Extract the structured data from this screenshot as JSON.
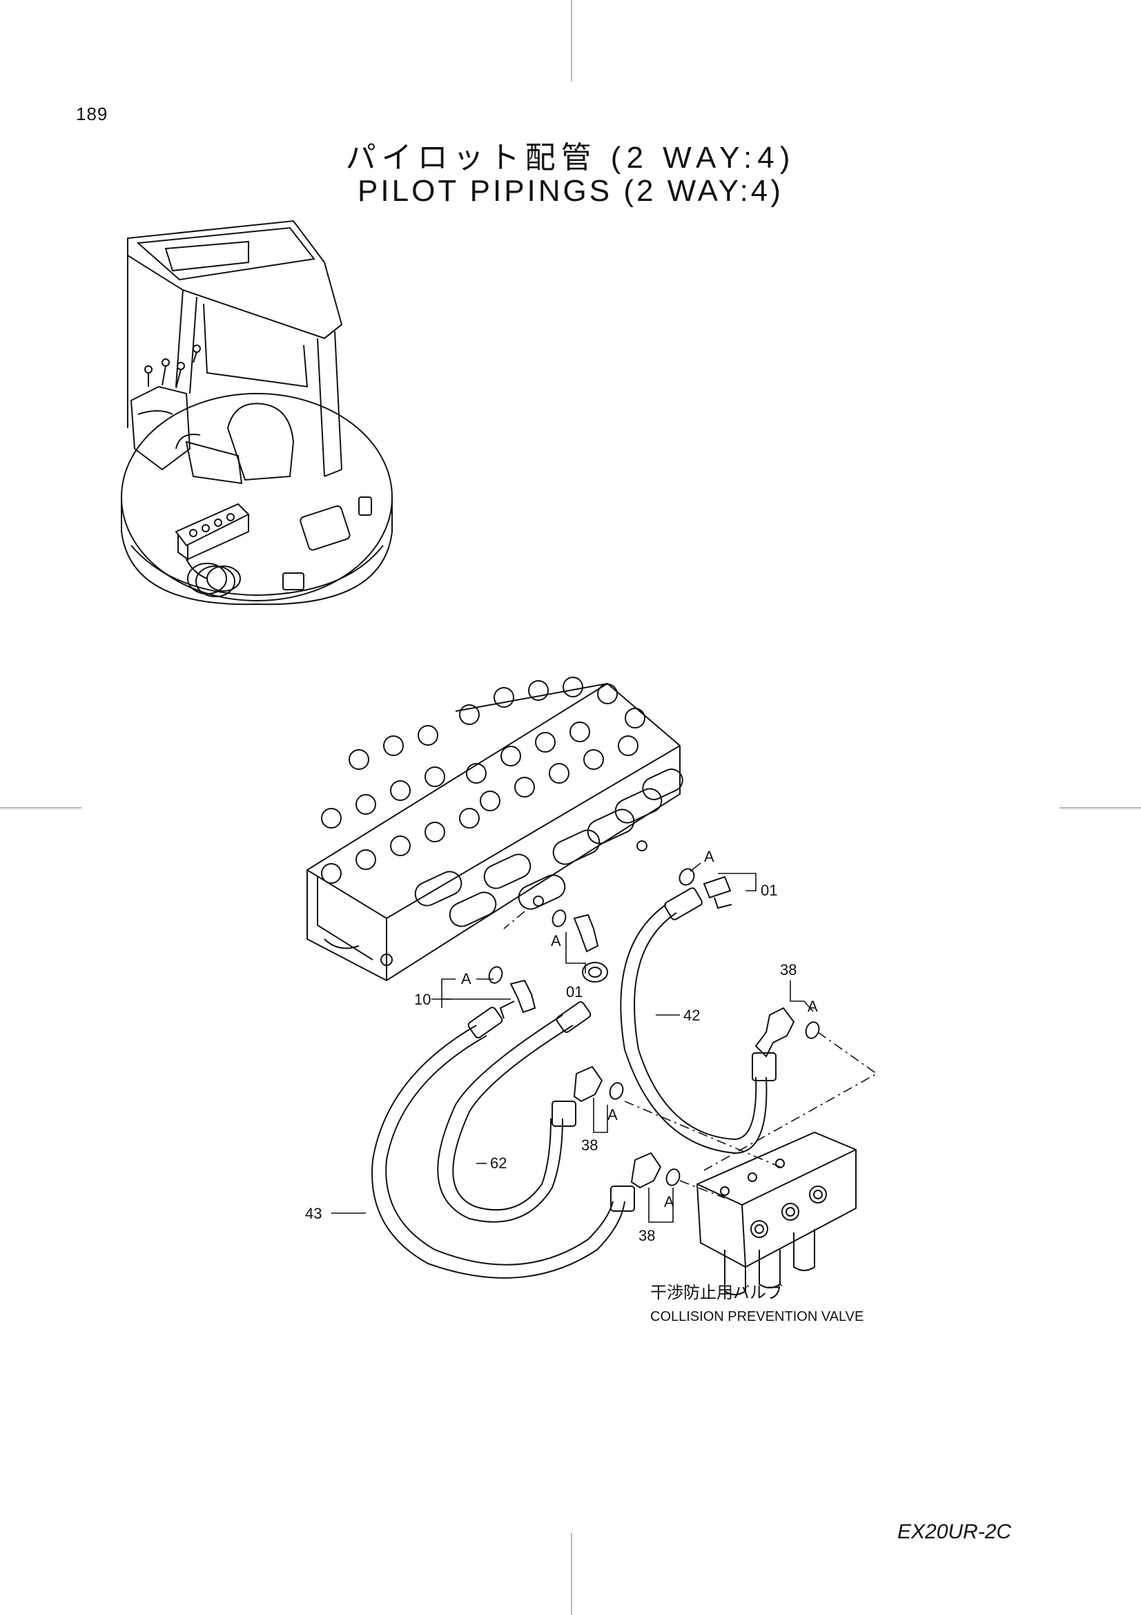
{
  "page_number": "189",
  "title_jp": "パイロット配管 (2 WAY:4)",
  "title_en": "PILOT PIPINGS (2 WAY:4)",
  "model": "EX20UR-2C",
  "callouts": {
    "c01_right": "01",
    "c01_mid": "01",
    "c10": "10",
    "c42": "42",
    "c38_top": "38",
    "c38_mid": "38",
    "c38_low": "38",
    "c62": "62",
    "c43": "43"
  },
  "a_labels": {
    "a1": "A",
    "a2": "A",
    "a3": "A",
    "a4": "A",
    "a5": "A",
    "a6": "A"
  },
  "valve_label_jp": "干渉防止用バルブ",
  "valve_label_en": "COLLISION PREVENTION VALVE"
}
